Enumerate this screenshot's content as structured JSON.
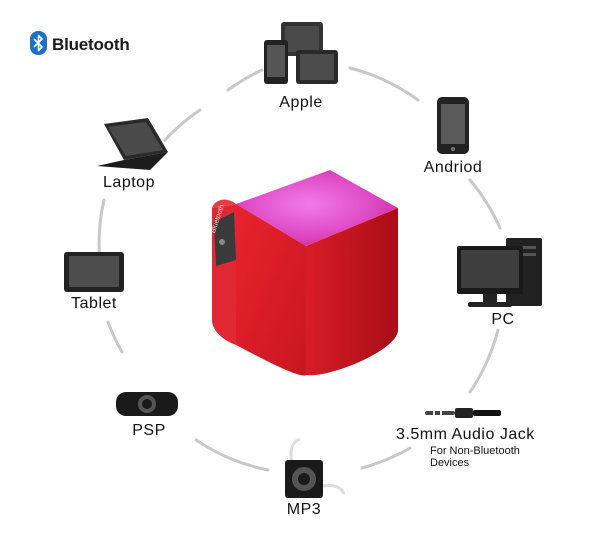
{
  "brand": {
    "name": "Bluetooth",
    "logo_icon": "bluetooth-logo-icon",
    "logo_color": "#1f6fc5"
  },
  "speaker": {
    "icon": "cube-speaker-icon",
    "badge_text": "Bluetooth",
    "body_color": "#e3212f",
    "top_glow_color": "#e85bd6"
  },
  "devices": [
    {
      "id": "apple",
      "label": "Apple",
      "icon": "apple-devices-icon"
    },
    {
      "id": "android",
      "label": "Andriod",
      "icon": "smartphone-icon"
    },
    {
      "id": "pc",
      "label": "PC",
      "icon": "desktop-pc-icon"
    },
    {
      "id": "audio-jack",
      "label": "3.5mm Audio Jack",
      "icon": "audio-jack-icon",
      "note_lines": [
        "For Non-Bluetooth",
        "Devices"
      ]
    },
    {
      "id": "mp3",
      "label": "MP3",
      "icon": "mp3-player-icon"
    },
    {
      "id": "psp",
      "label": "PSP",
      "icon": "psp-icon"
    },
    {
      "id": "tablet",
      "label": "Tablet",
      "icon": "tablet-icon"
    },
    {
      "id": "laptop",
      "label": "Laptop",
      "icon": "laptop-icon"
    }
  ],
  "ring_color": "#c8c8c8"
}
